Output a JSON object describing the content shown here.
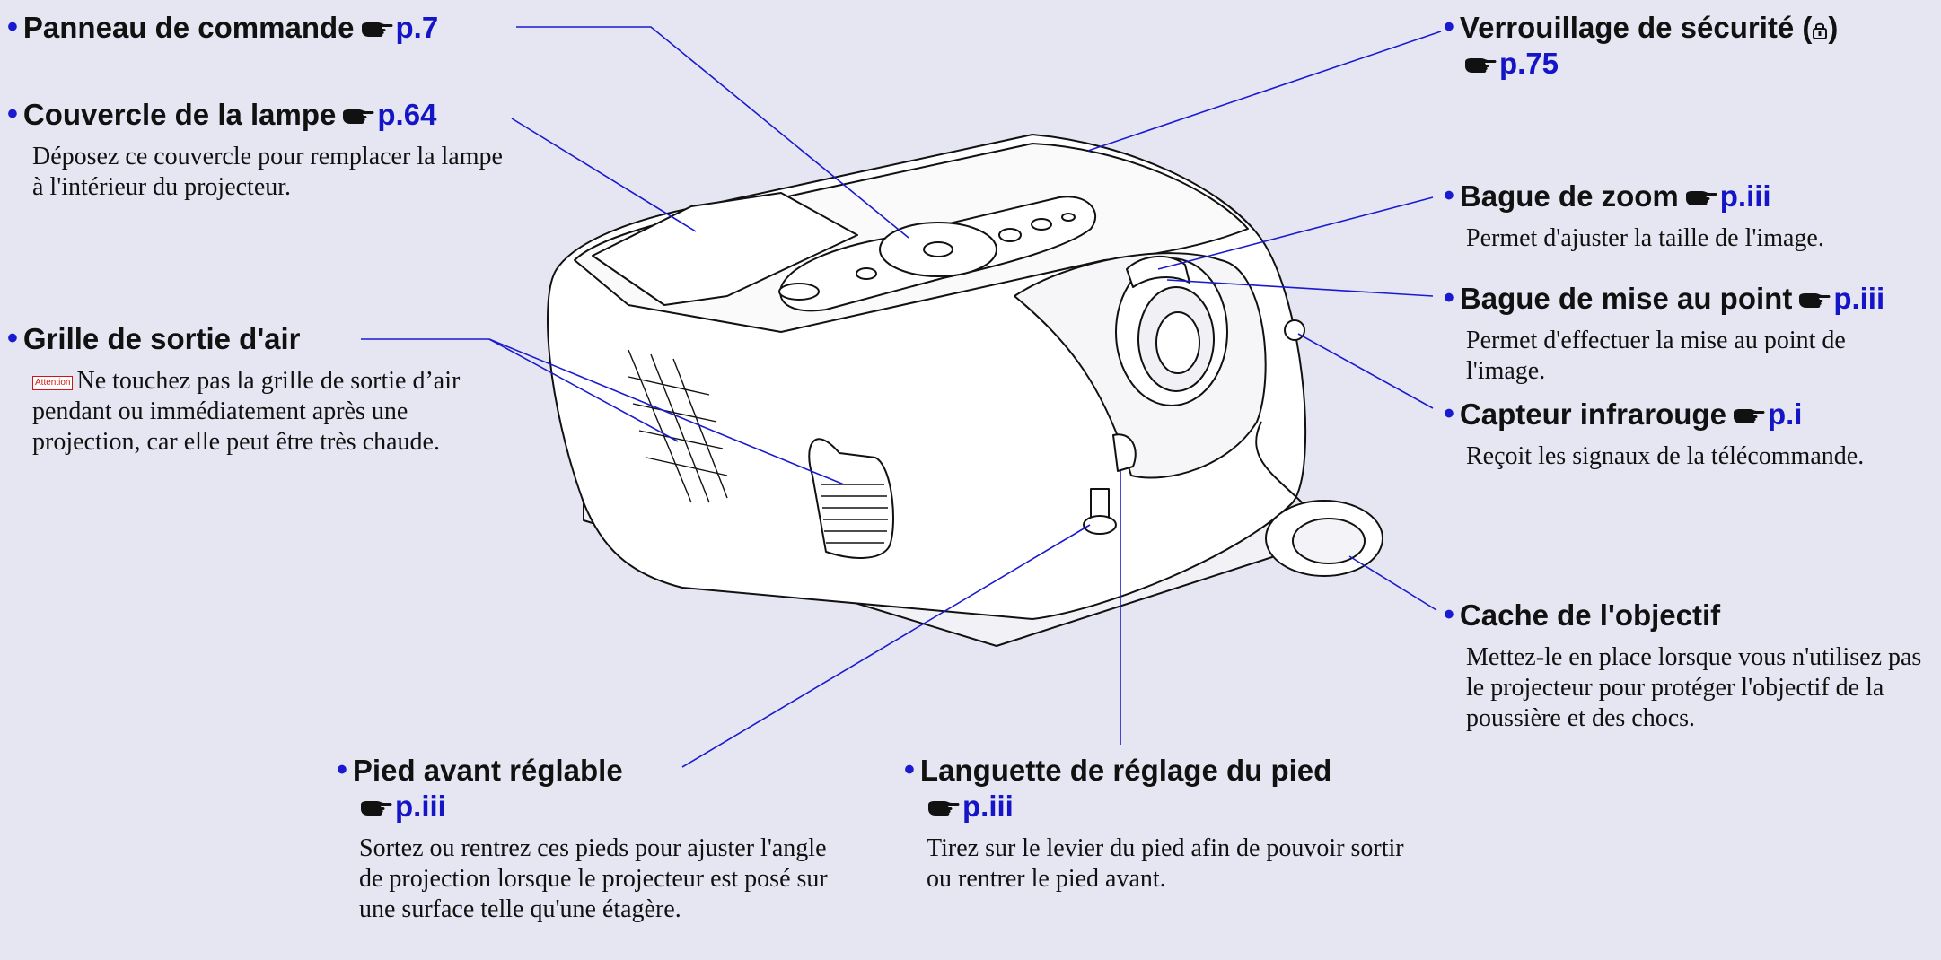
{
  "callouts": {
    "control_panel": {
      "title": "Panneau de commande",
      "ref": "p.7"
    },
    "lamp_cover": {
      "title": "Couvercle de la lampe",
      "ref": "p.64",
      "desc": "Déposez ce couvercle pour remplacer la lampe à l'intérieur du projecteur."
    },
    "air_exhaust": {
      "title": "Grille de sortie d'air",
      "badge": "Attention",
      "desc": "Ne touchez pas la grille de sortie d’air pendant ou immédiatement après une projection, car elle peut être très chaude."
    },
    "security_lock": {
      "title": "Verrouillage de sécurité (",
      "title_end": ")",
      "ref": "p.75"
    },
    "zoom_ring": {
      "title": "Bague de zoom",
      "ref": "p.iii",
      "desc": "Permet d'ajuster la taille de l'image."
    },
    "focus_ring": {
      "title": "Bague de mise au point",
      "ref": "p.iii",
      "desc": "Permet d'effectuer la mise au point de l'image."
    },
    "ir_sensor": {
      "title": "Capteur infrarouge",
      "ref": "p.i",
      "desc": "Reçoit les signaux de la télécommande."
    },
    "lens_cap": {
      "title": "Cache de l'objectif",
      "desc": "Mettez-le en place lorsque vous n'utilisez pas le projecteur pour protéger l'objectif de la poussière et des chocs."
    },
    "front_foot": {
      "title": "Pied avant réglable",
      "ref": "p.iii",
      "desc": "Sortez ou rentrez ces pieds pour ajuster l'angle de projection lorsque le projecteur est posé sur une surface telle qu'une étagère."
    },
    "foot_lever": {
      "title": "Languette de réglage du pied",
      "ref": "p.iii",
      "desc": "Tirez sur le levier du pied afin de pouvoir sortir ou rentrer le pied avant."
    }
  },
  "colors": {
    "link": "#1515c8",
    "leader_line": "#1a1ad0",
    "background": "#e6e6f3",
    "attention": "#d01414"
  },
  "icons": {
    "reference": "pointing-hand-icon",
    "lock": "lock-icon"
  }
}
